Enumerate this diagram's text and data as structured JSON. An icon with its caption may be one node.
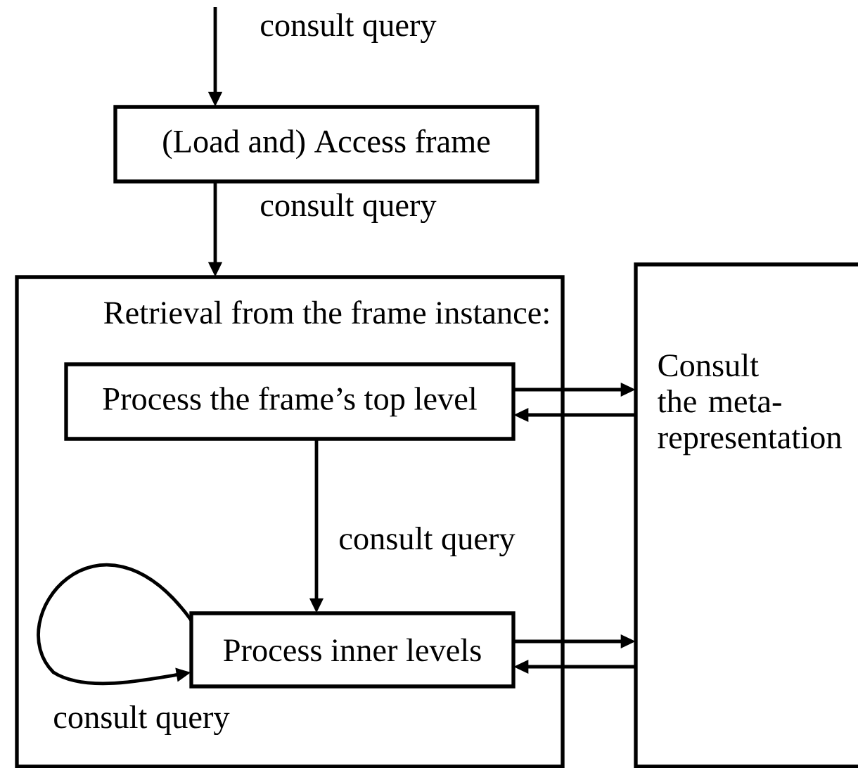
{
  "diagram": {
    "nodes": [
      {
        "text": [
          "(Load and) Access frame"
        ]
      },
      {
        "text": [
          "Retrieval from the frame instance:"
        ]
      },
      {
        "text": [
          "Process the frame’s top level"
        ],
        "in": 1
      },
      {
        "text": [
          "Process inner levels"
        ],
        "in": 1
      },
      {
        "text": [
          "Consult the meta-representation"
        ]
      }
    ],
    "edges": [
      {
        "from": null,
        "to": 0,
        "arrow": "to",
        "label": "consult query"
      },
      {
        "from": 0,
        "to": 1,
        "arrow": "to",
        "label": "consult query"
      },
      {
        "from": 2,
        "to": 4,
        "arrow": "to"
      },
      {
        "from": 4,
        "to": 2,
        "arrow": "to"
      },
      {
        "from": 2,
        "to": 3,
        "arrow": "to",
        "label": "consult query"
      },
      {
        "from": 3,
        "to": 3,
        "arrow": "to",
        "label": "consult query"
      },
      {
        "from": 3,
        "to": 4,
        "arrow": "to"
      },
      {
        "from": 4,
        "to": 3,
        "arrow": "to"
      }
    ]
  }
}
